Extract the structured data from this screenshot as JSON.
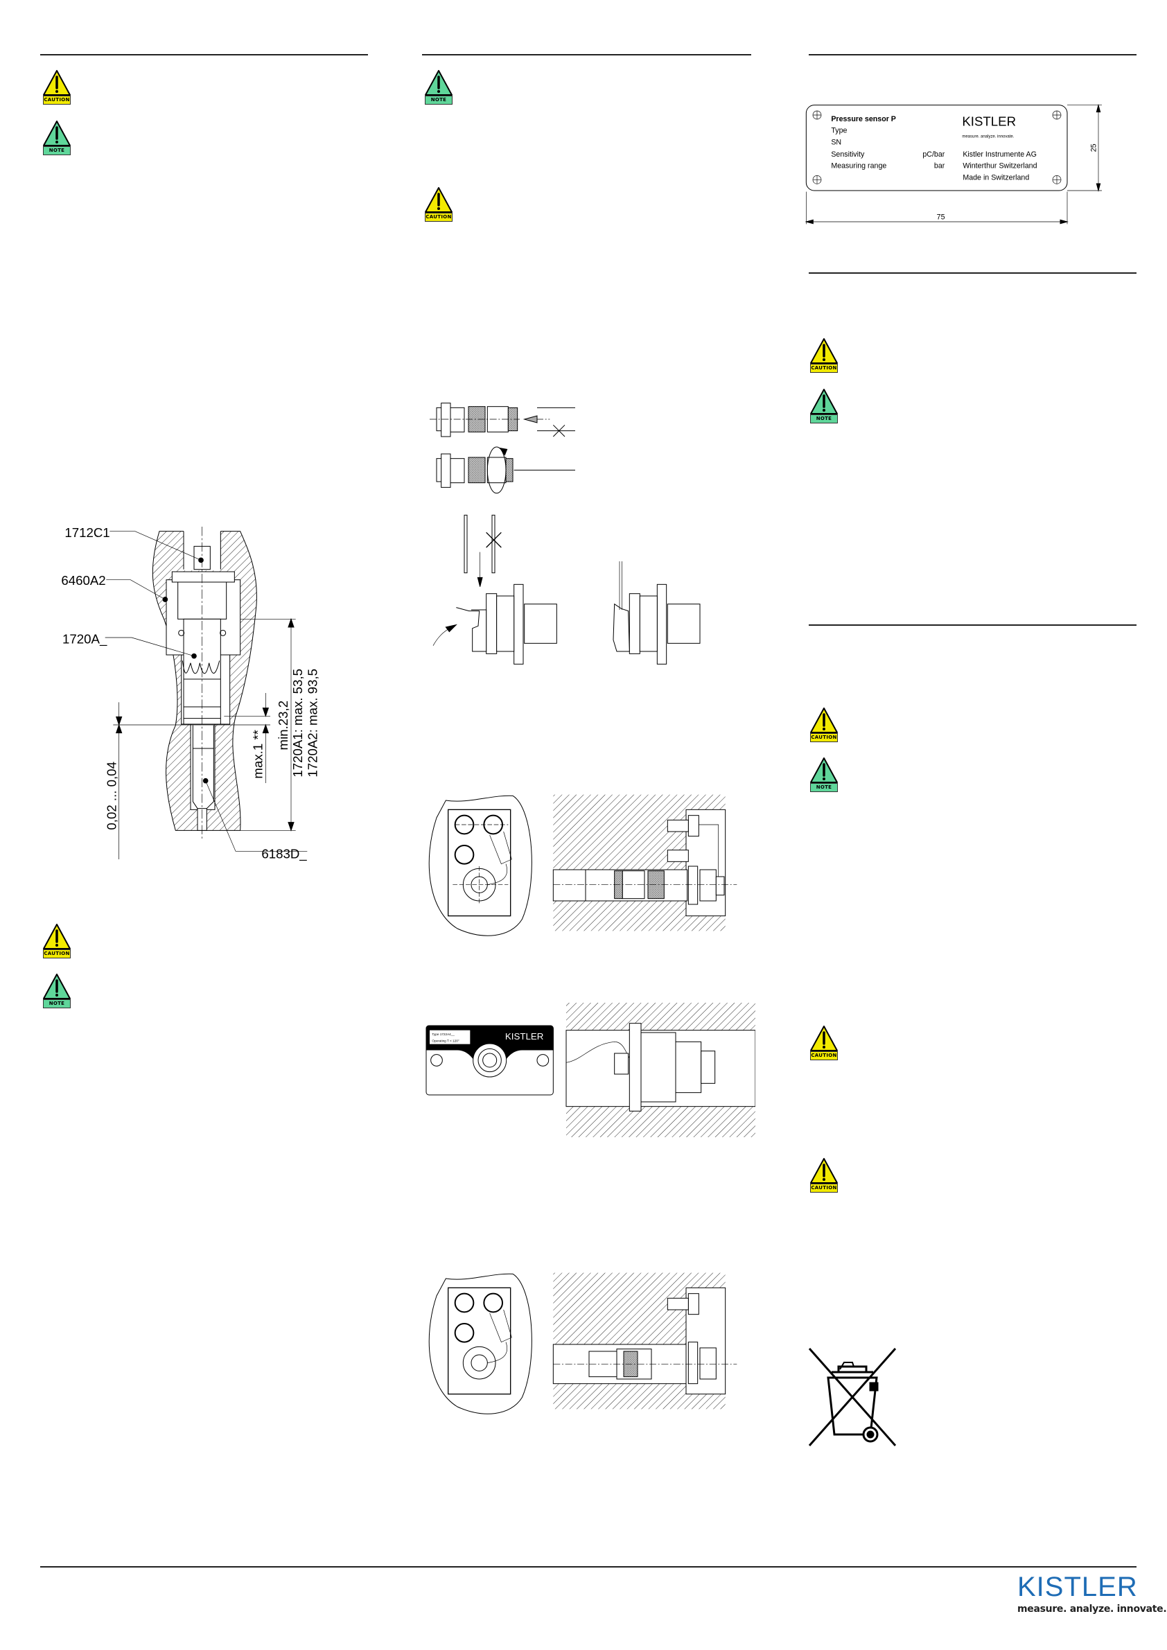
{
  "icons": {
    "caution": "CAUTION",
    "note": "NOTE"
  },
  "colors": {
    "caution": "#f2ea00",
    "note": "#5fd69a",
    "brand": "#1e6cb5"
  },
  "mounting_drawing": {
    "labels": [
      "1712C1",
      "6460A2",
      "1720A_",
      "6183D_"
    ],
    "dims": {
      "d1": "min.23,2",
      "d2": "1720A1: max. 53,5",
      "d3": "1720A2: max. 93,5",
      "d4": "max.1 **",
      "d5": "0,02 ... 0,04"
    }
  },
  "nameplate": {
    "title": "Pressure sensor P",
    "type": "Type",
    "sn": "SN",
    "sensitivity": "Sensitivity",
    "sensitivity_unit": "pC/bar",
    "range": "Measuring range",
    "range_unit": "bar",
    "brand": "KISTLER",
    "tagline": "measure. analyze. innovate.",
    "company": "Kistler Instrumente AG",
    "city": "Winterthur Switzerland",
    "made": "Made in Switzerland",
    "width_dim": "75",
    "height_dim": "25"
  },
  "connector_plate": {
    "line1": "Type 1722A4__",
    "line2": "Operating T < 120°",
    "brand": "KISTLER"
  },
  "footer": {
    "brand": "KISTLER",
    "tagline": "measure. analyze. innovate."
  }
}
